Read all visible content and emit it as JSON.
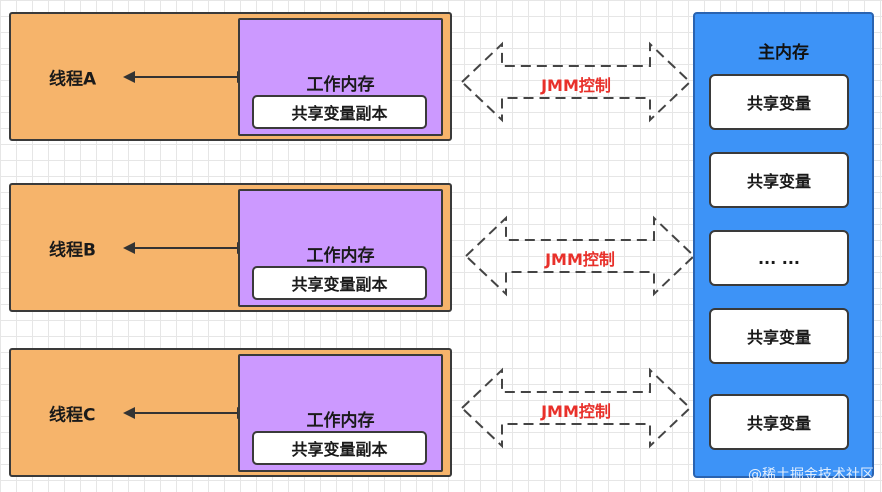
{
  "threads": [
    {
      "label": "线程A",
      "work_memory": "工作内存",
      "copy": "共享变量副本"
    },
    {
      "label": "线程B",
      "work_memory": "工作内存",
      "copy": "共享变量副本"
    },
    {
      "label": "线程C",
      "work_memory": "工作内存",
      "copy": "共享变量副本"
    }
  ],
  "jmm": [
    "JMM控制",
    "JMM控制",
    "JMM控制"
  ],
  "main_memory": {
    "title": "主内存",
    "items": [
      "共享变量",
      "共享变量",
      "... ...",
      "共享变量",
      "共享变量"
    ]
  },
  "watermark": "@稀土掘金技术社区",
  "colors": {
    "thread_fill": "#f6b46b",
    "work_memory_fill": "#cc99ff",
    "main_memory_fill": "#3d93f7",
    "jmm_label": "#e8302a"
  }
}
